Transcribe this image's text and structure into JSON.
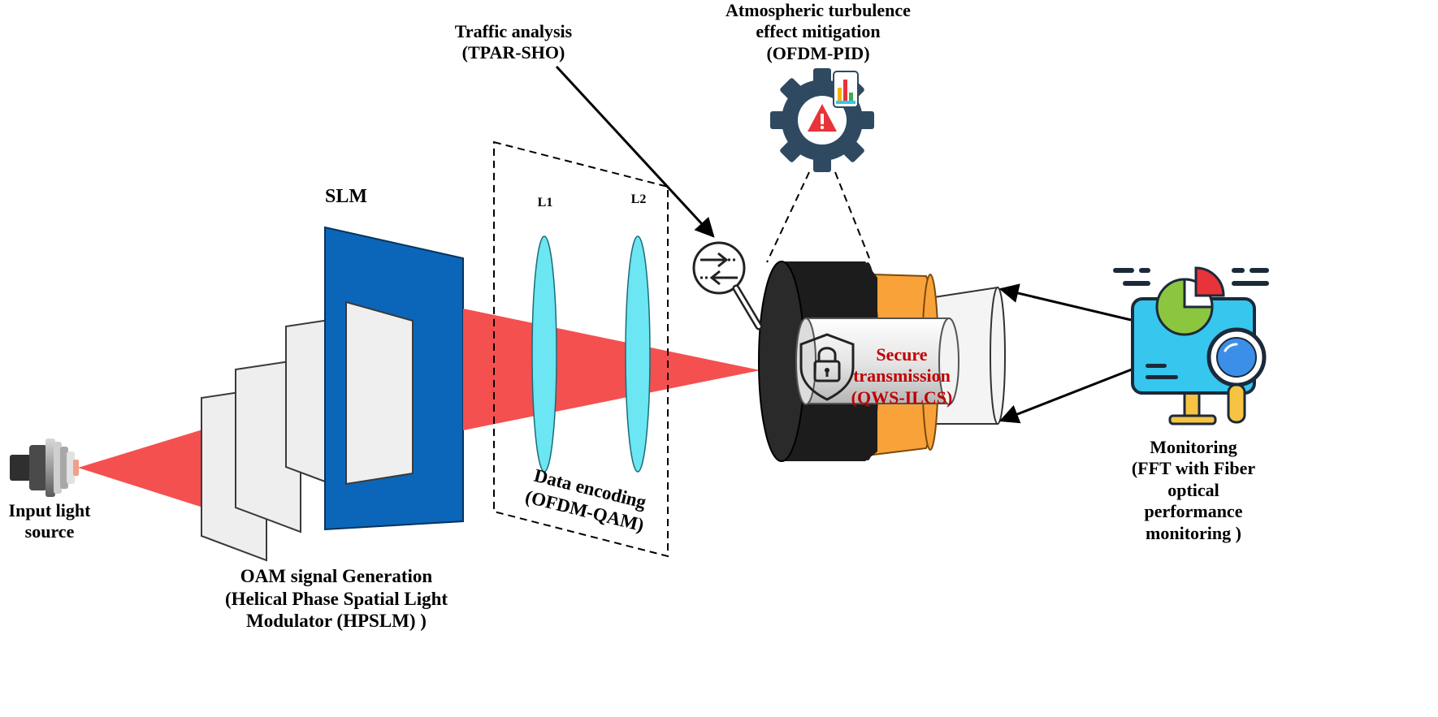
{
  "labels": {
    "input_source": [
      "Input light",
      "source"
    ],
    "oam_generation": [
      "OAM signal Generation",
      "(Helical Phase Spatial Light",
      "Modulator (HPSLM) )"
    ],
    "slm": "SLM",
    "lens1": "L1",
    "lens2": "L2",
    "data_encoding": [
      "Data encoding",
      "(OFDM-QAM)"
    ],
    "traffic_analysis": [
      "Traffic analysis",
      "(TPAR-SHO)"
    ],
    "turbulence_mitigation": [
      "Atmospheric turbulence",
      "effect mitigation",
      "(OFDM-PID)"
    ],
    "secure_transmission": [
      "Secure",
      "transmission",
      "(QWS-ILCS)"
    ],
    "monitoring": [
      "Monitoring",
      "(FFT with Fiber",
      "optical",
      "performance",
      "monitoring )"
    ]
  },
  "colors": {
    "beam": "#f45050",
    "slm_blue": "#0b66b9",
    "plate": "#eeeeee",
    "lens": "#6be6f2",
    "fiber_black": "#1c1c1c",
    "fiber_orange": "#f9a23a",
    "gear": "#2f4a60",
    "alert": "#e8333a",
    "monitor": "#36c6ee",
    "secure_text": "#c00000"
  },
  "icons": [
    "laser-source-icon",
    "gear-alert-icon",
    "bar-chart-icon",
    "traffic-flow-icon",
    "magnifier-icon",
    "shield-lock-icon",
    "monitor-analytics-icon"
  ]
}
